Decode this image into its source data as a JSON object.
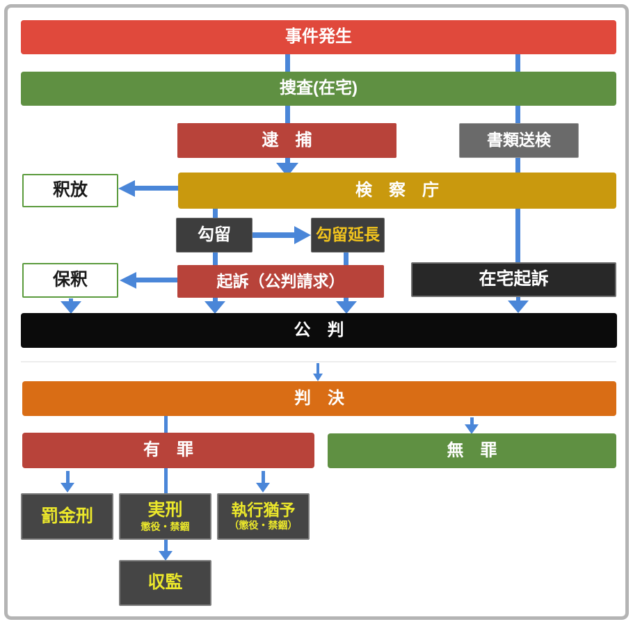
{
  "palette": {
    "bright_red": "#e0493c",
    "dark_red": "#b8433a",
    "green": "#5f9042",
    "gold": "#c9990e",
    "orange": "#d96d15",
    "black_bar": "#0b0b0b",
    "gray_box": "#6a6a6a",
    "dark_gray_box": "#3d3d3d",
    "darker_gray_box": "#282828",
    "bottom_gray_box": "#454545",
    "arrow_blue": "#4a86d8",
    "yellow_text": "#ece82b",
    "gold_text": "#f2c41d",
    "outline_green_border": "#5a9a3c",
    "frame_border": "#b4b4b4"
  },
  "nodes": {
    "jiken_hassei": {
      "label": "事件発生"
    },
    "sousa_zaitaku": {
      "label": "捜査(在宅)"
    },
    "taiho": {
      "label": "逮　捕"
    },
    "shorui_soken": {
      "label": "書類送検"
    },
    "kensatsucho": {
      "label": "検　察　庁"
    },
    "shakuho": {
      "label": "釈放"
    },
    "koryu": {
      "label": "勾留"
    },
    "koryu_encho": {
      "label": "勾留延長"
    },
    "kiso_kohan_seikyu": {
      "label": "起訴（公判請求）"
    },
    "hoshaku": {
      "label": "保釈"
    },
    "zaitaku_kiso": {
      "label": "在宅起訴"
    },
    "kohan": {
      "label": "公　判"
    },
    "hanketsu": {
      "label": "判　決"
    },
    "yuzai": {
      "label": "有　罪"
    },
    "muzai": {
      "label": "無　罪"
    },
    "bakkin_kei": {
      "label": "罰金刑"
    },
    "jikkei": {
      "label": "実刑",
      "sublabel": "懲役・禁錮"
    },
    "shikko_yuyo": {
      "label": "執行猶予",
      "sublabel": "（懲役・禁錮）"
    },
    "shukan": {
      "label": "収監"
    }
  }
}
